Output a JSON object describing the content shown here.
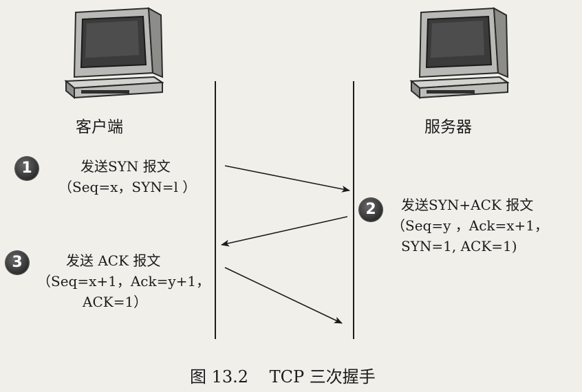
{
  "client": {
    "label": "客户端",
    "icon": "computer-icon"
  },
  "server": {
    "label": "服务器",
    "icon": "computer-icon"
  },
  "steps": [
    {
      "number": "1",
      "lines": [
        "发送SYN 报文",
        "（Seq=x，SYN=l ）"
      ]
    },
    {
      "number": "2",
      "lines": [
        "发送SYN+ACK 报文",
        "（Seq=y ，Ack=x+1，",
        "SYN=1, ACK=1)"
      ]
    },
    {
      "number": "3",
      "lines": [
        "发送 ACK 报文",
        "（Seq=x+1，Ack=y+1，",
        "ACK=1）"
      ]
    }
  ],
  "caption": {
    "figure": "图 13.2",
    "title": "TCP 三次握手"
  }
}
